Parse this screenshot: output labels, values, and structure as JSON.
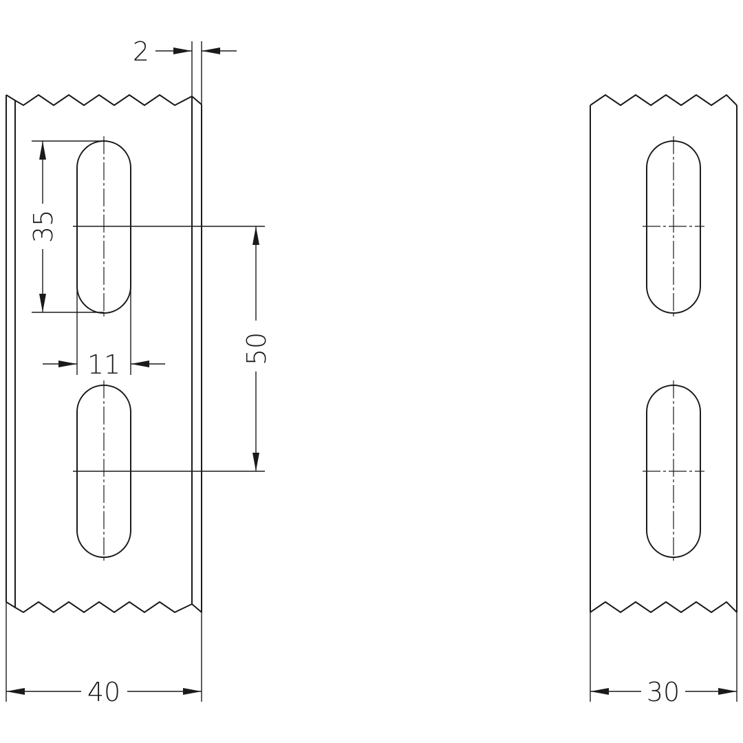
{
  "drawing": {
    "views": [
      {
        "id": "front-view",
        "dimensions": {
          "width": "40",
          "thickness": "2",
          "slot_length": "35",
          "slot_width": "11",
          "slot_pitch": "50"
        }
      },
      {
        "id": "side-view",
        "dimensions": {
          "width": "30"
        }
      }
    ]
  },
  "labels": {
    "thickness": "2",
    "slot_length": "35",
    "slot_width": "11",
    "slot_pitch": "50",
    "width_front": "40",
    "width_side": "30"
  },
  "colors": {
    "line": "#1a1a1a",
    "background": "#ffffff"
  }
}
